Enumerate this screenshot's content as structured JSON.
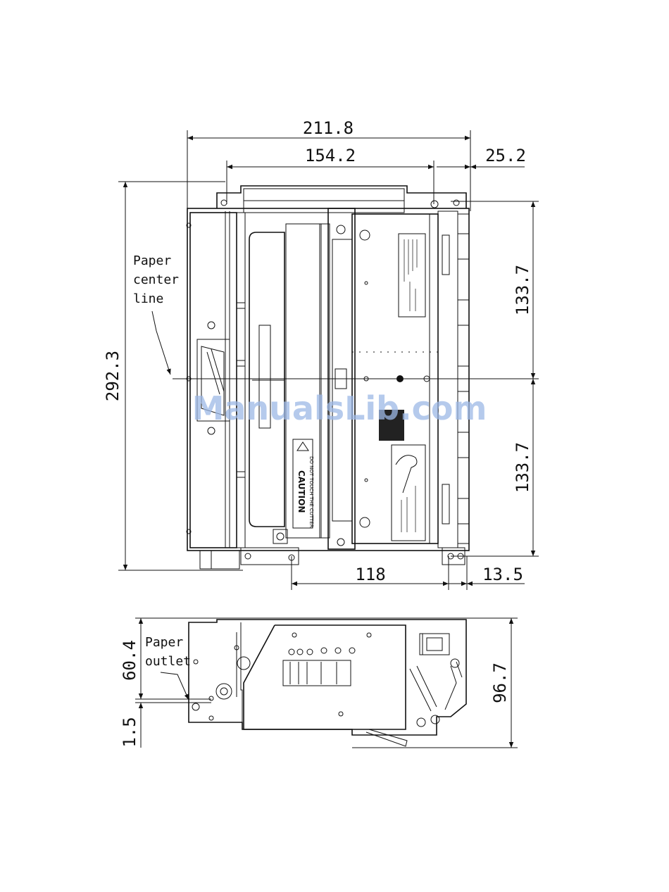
{
  "dimensions": {
    "top_overall_width": "211.8",
    "top_inner_width": "154.2",
    "top_right_offset": "25.2",
    "overall_depth": "292.3",
    "right_upper_half": "133.7",
    "right_lower_half": "133.7",
    "bottom_width": "118",
    "bottom_right_offset": "13.5",
    "side_paper_outlet_height": "60.4",
    "side_bottom_offset": "1.5",
    "side_overall_height": "96.7"
  },
  "labels": {
    "paper_center": [
      "Paper",
      "center",
      "line"
    ],
    "paper_outlet": [
      "Paper",
      "outlet"
    ],
    "caution": "CAUTION",
    "caution_note": "DO NOT TOUCH THE CUTTER",
    "watermark": "ManualsLib.com"
  },
  "colors": {
    "line": "#111111",
    "watermark": "#9db9e6",
    "background": "#ffffff"
  }
}
